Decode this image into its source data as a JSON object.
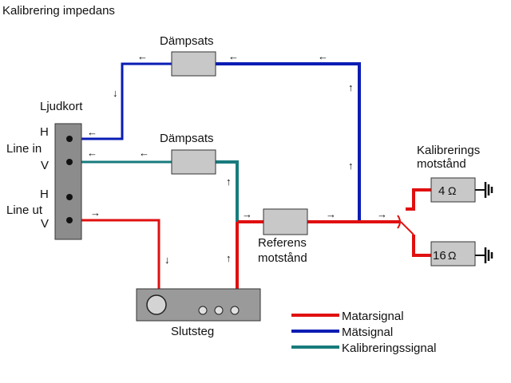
{
  "title": "Kalibrering impedans",
  "colors": {
    "red": "#e01010",
    "blue": "#0a1cb4",
    "teal": "#187b7d",
    "box_fill": "#c8c8c8",
    "panel_fill": "#8c8c8c",
    "amp_fill": "#9a9a9a"
  },
  "soundcard": {
    "title": "Ljudkort",
    "line_in_h": "H",
    "line_in_label": "Line in",
    "line_in_v": "V",
    "line_out_h": "H",
    "line_out_label": "Line ut",
    "line_out_v": "V"
  },
  "attenuator_top": "Dämpsats",
  "attenuator_mid": "Dämpsats",
  "reference_line1": "Referens",
  "reference_line2": "motstånd",
  "amplifier": "Slutsteg",
  "calibration": {
    "title_line1": "Kalibrerings",
    "title_line2": "motstånd",
    "r4": "4",
    "r16": "16",
    "ohm_symbol": "Ω"
  },
  "legend": [
    {
      "label": "Matarsignal",
      "color": "#e01010"
    },
    {
      "label": "Mätsignal",
      "color": "#0a1cb4"
    },
    {
      "label": "Kalibreringssignal",
      "color": "#187b7d"
    }
  ],
  "arrows": {
    "left": "←",
    "right": "→",
    "up": "↑",
    "down": "↓"
  }
}
